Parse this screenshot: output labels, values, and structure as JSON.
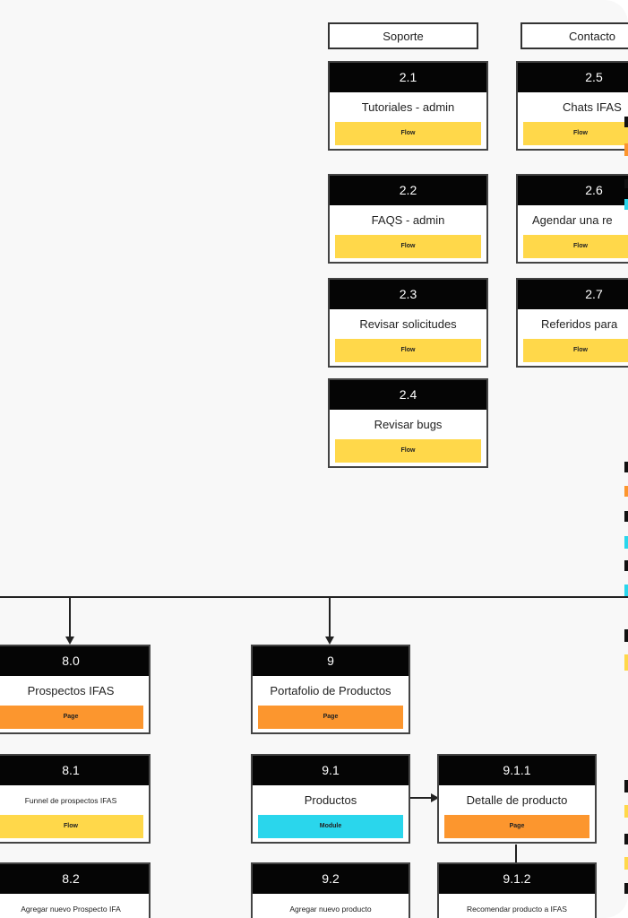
{
  "headers": {
    "soporte": "Soporte",
    "contacto": "Contacto"
  },
  "nodes": {
    "n2_1": {
      "id": "2.1",
      "title": "Tutoriales - admin",
      "tag": "Flow"
    },
    "n2_2": {
      "id": "2.2",
      "title": "FAQS - admin",
      "tag": "Flow"
    },
    "n2_3": {
      "id": "2.3",
      "title": "Revisar solicitudes",
      "tag": "Flow"
    },
    "n2_4": {
      "id": "2.4",
      "title": "Revisar bugs",
      "tag": "Flow"
    },
    "n2_5": {
      "id": "2.5",
      "title": "Chats IFAS",
      "tag": "Flow"
    },
    "n2_6": {
      "id": "2.6",
      "title": "Agendar una re",
      "tag": "Flow"
    },
    "n2_7": {
      "id": "2.7",
      "title": "Referidos para",
      "tag": "Flow"
    },
    "n8_0": {
      "id": "8.0",
      "title": "Prospectos IFAS",
      "tag": "Page"
    },
    "n8_1": {
      "id": "8.1",
      "title": "Funnel de prospectos IFAS",
      "tag": "Flow"
    },
    "n8_2": {
      "id": "8.2",
      "title": "Agregar nuevo Prospecto IFA",
      "tag": ""
    },
    "n9": {
      "id": "9",
      "title": "Portafolio de Productos",
      "tag": "Page"
    },
    "n9_1": {
      "id": "9.1",
      "title": "Productos",
      "tag": "Module"
    },
    "n9_1_1": {
      "id": "9.1.1",
      "title": "Detalle de producto",
      "tag": "Page"
    },
    "n9_2": {
      "id": "9.2",
      "title": "Agregar nuevo producto",
      "tag": ""
    },
    "n9_1_2": {
      "id": "9.1.2",
      "title": "Recomendar producto a IFAS",
      "tag": ""
    }
  },
  "colors": {
    "flow": "#ffd84a",
    "page": "#fc962e",
    "module": "#2ad6ec",
    "header": "#050505"
  }
}
